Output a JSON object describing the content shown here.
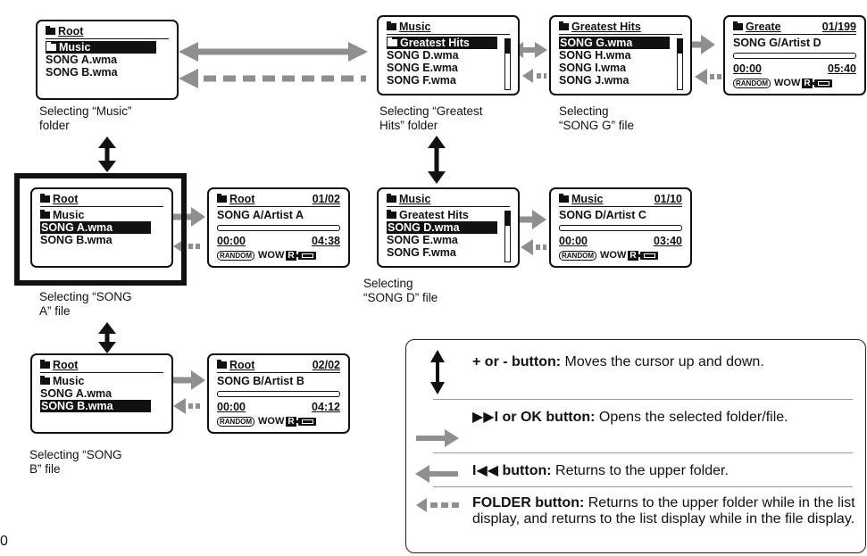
{
  "screens": [
    {
      "id": "s1",
      "kind": "list",
      "header": "Root",
      "rows": [
        {
          "label": "Music",
          "folder": true,
          "selected": true
        },
        {
          "label": "SONG A.wma"
        },
        {
          "label": "SONG B.wma"
        }
      ]
    },
    {
      "id": "s2",
      "kind": "list",
      "header": "Music",
      "rows": [
        {
          "label": "Greatest Hits",
          "folder": true,
          "selected": true
        },
        {
          "label": "SONG D.wma"
        },
        {
          "label": "SONG E.wma"
        },
        {
          "label": "SONG F.wma"
        }
      ],
      "scrollbar": true
    },
    {
      "id": "s3",
      "kind": "list",
      "header": "Greatest Hits",
      "rows": [
        {
          "label": "SONG G.wma",
          "selected": true
        },
        {
          "label": "SONG H.wma"
        },
        {
          "label": "SONG I.wma"
        },
        {
          "label": "SONG J.wma"
        }
      ],
      "scrollbar": true
    },
    {
      "id": "s4",
      "kind": "file",
      "header": "Greate",
      "count": "01/199",
      "title": "SONG G/Artist D",
      "time": "00:00",
      "total": "05:40"
    },
    {
      "id": "s5",
      "kind": "list",
      "header": "Root",
      "rows": [
        {
          "label": "Music",
          "folder": true
        },
        {
          "label": "SONG A.wma",
          "selected": true
        },
        {
          "label": "SONG B.wma"
        }
      ]
    },
    {
      "id": "s6",
      "kind": "file",
      "header": "Root",
      "count": "01/02",
      "title": "SONG A/Artist A",
      "time": "00:00",
      "total": "04:38"
    },
    {
      "id": "s7",
      "kind": "list",
      "header": "Music",
      "rows": [
        {
          "label": "Greatest Hits",
          "folder": true
        },
        {
          "label": "SONG D.wma",
          "selected": true
        },
        {
          "label": "SONG E.wma"
        },
        {
          "label": "SONG F.wma"
        }
      ],
      "scrollbar": true
    },
    {
      "id": "s8",
      "kind": "file",
      "header": "Music",
      "count": "01/10",
      "title": "SONG D/Artist C",
      "time": "00:00",
      "total": "03:40"
    },
    {
      "id": "s9",
      "kind": "list",
      "header": "Root",
      "rows": [
        {
          "label": "Music",
          "folder": true
        },
        {
          "label": "SONG A.wma"
        },
        {
          "label": "SONG B.wma",
          "selected": true
        }
      ]
    },
    {
      "id": "s10",
      "kind": "file",
      "header": "Root",
      "count": "02/02",
      "title": "SONG B/Artist B",
      "time": "00:00",
      "total": "04:12"
    }
  ],
  "status_bar": {
    "mode": "RANDOM",
    "effect": "WOW",
    "repeat": "R"
  },
  "captions": {
    "c1": "Selecting “Music”\nfolder",
    "c2": "Selecting “Greatest\nHits” folder",
    "c3": "Selecting\n“SONG G” file",
    "c4": "Selecting “SONG\nA” file",
    "c5": "Selecting\n“SONG D” file",
    "c6": "Selecting “SONG\nB” file"
  },
  "legend": {
    "item1": {
      "bold": "+ or - button:",
      "text": " Moves the cursor up and down."
    },
    "item2": {
      "bold": "▶▶I or OK button:",
      "text": " Opens the selected folder/file."
    },
    "item3": {
      "bold": "I◀◀ button:",
      "text": " Returns to the upper folder."
    },
    "item4": {
      "bold": "FOLDER button:",
      "text": " Returns to the upper folder while in the list display, and returns to the list display while in the file display."
    }
  },
  "colors": {
    "arrow_gray": "#8f8f8f",
    "ink": "#111111"
  },
  "page_number": "0"
}
